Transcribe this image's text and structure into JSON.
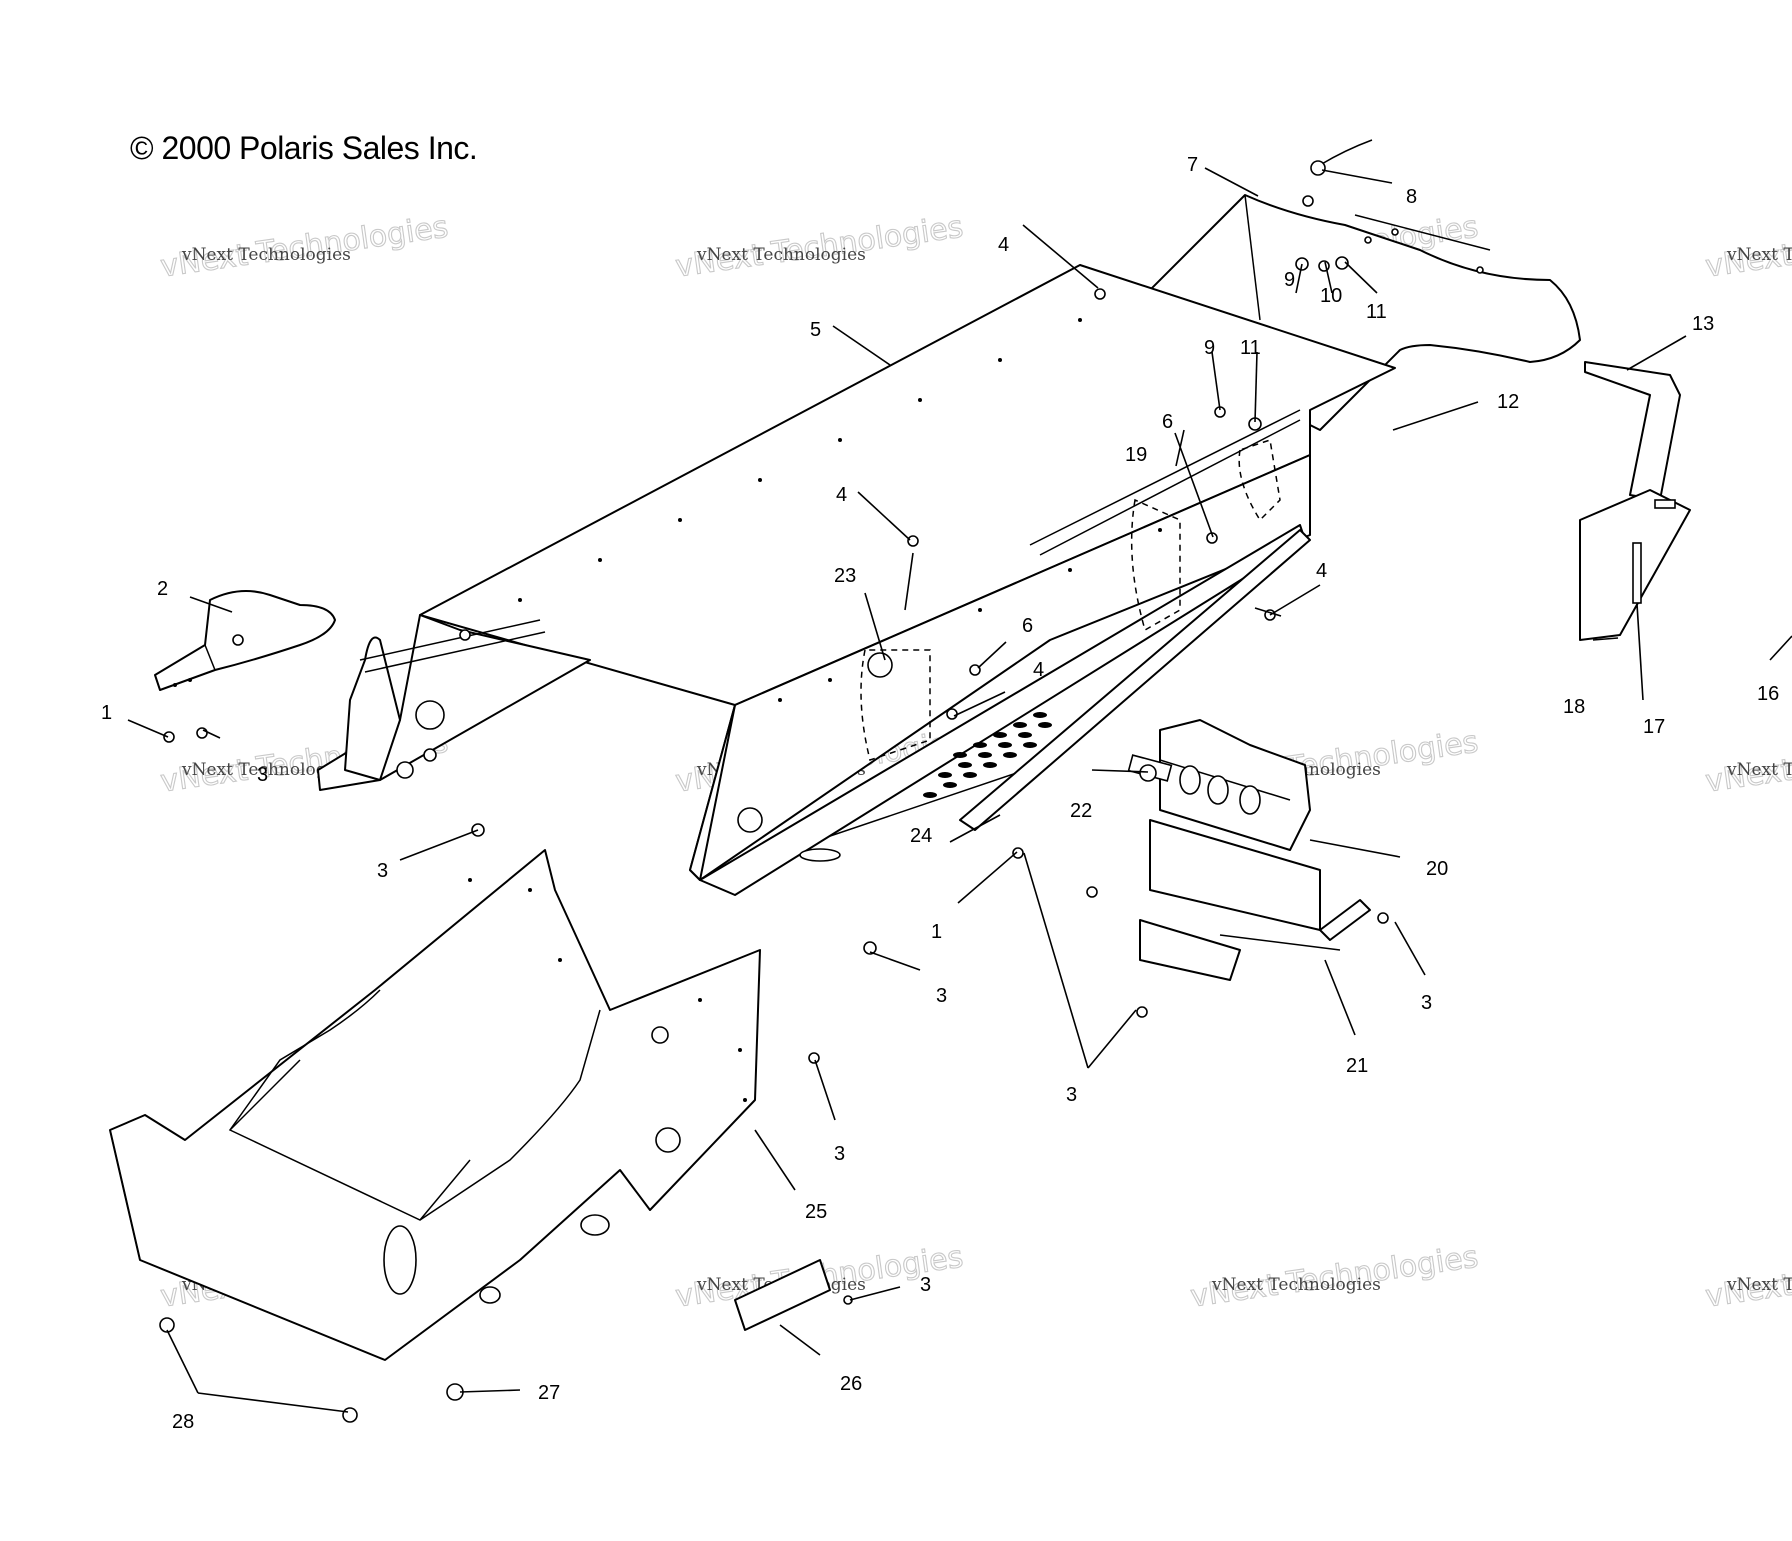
{
  "copyright": "© 2000 Polaris Sales Inc.",
  "watermark": {
    "small": "vNext Technologies",
    "large": "vNext Technologies"
  },
  "callouts": {
    "c1a": "1",
    "c1b": "1",
    "c2": "2",
    "c3a": "3",
    "c3b": "3",
    "c3c": "3",
    "c3d": "3",
    "c3e": "3",
    "c3f": "3",
    "c3g": "3",
    "c4a": "4",
    "c4b": "4",
    "c4c": "4",
    "c4d": "4",
    "c5": "5",
    "c6a": "6",
    "c6b": "6",
    "c7": "7",
    "c8": "8",
    "c9a": "9",
    "c9b": "9",
    "c10": "10",
    "c11a": "11",
    "c11b": "11",
    "c12": "12",
    "c13": "13",
    "c16": "16",
    "c17": "17",
    "c18": "18",
    "c19": "19",
    "c20": "20",
    "c21": "21",
    "c22": "22",
    "c23": "23",
    "c24": "24",
    "c25": "25",
    "c26": "26",
    "c27": "27",
    "c28": "28"
  }
}
